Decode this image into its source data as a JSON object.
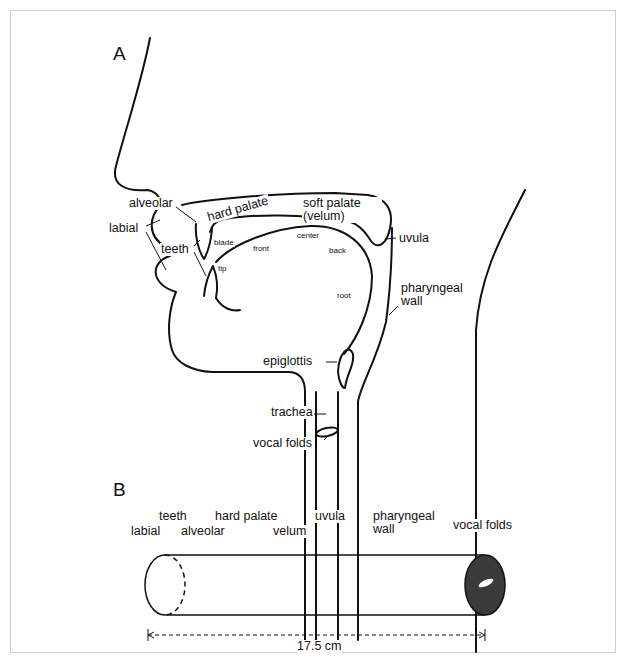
{
  "diagram": {
    "labels": [
      "A",
      "alveolar",
      "hard palate",
      "soft palate (velum)",
      "uvula",
      "labial",
      "teeth",
      "blade",
      "tip",
      "front",
      "center",
      "back",
      "root",
      "pharyngeal wall",
      "epiglottis",
      "trachea",
      "vocal folds",
      "B",
      "teeth",
      "hard palate",
      "uvula",
      "pharyngeal wall",
      "vocal folds",
      "labial",
      "alveolar",
      "velum",
      "17.5 cm"
    ]
  }
}
